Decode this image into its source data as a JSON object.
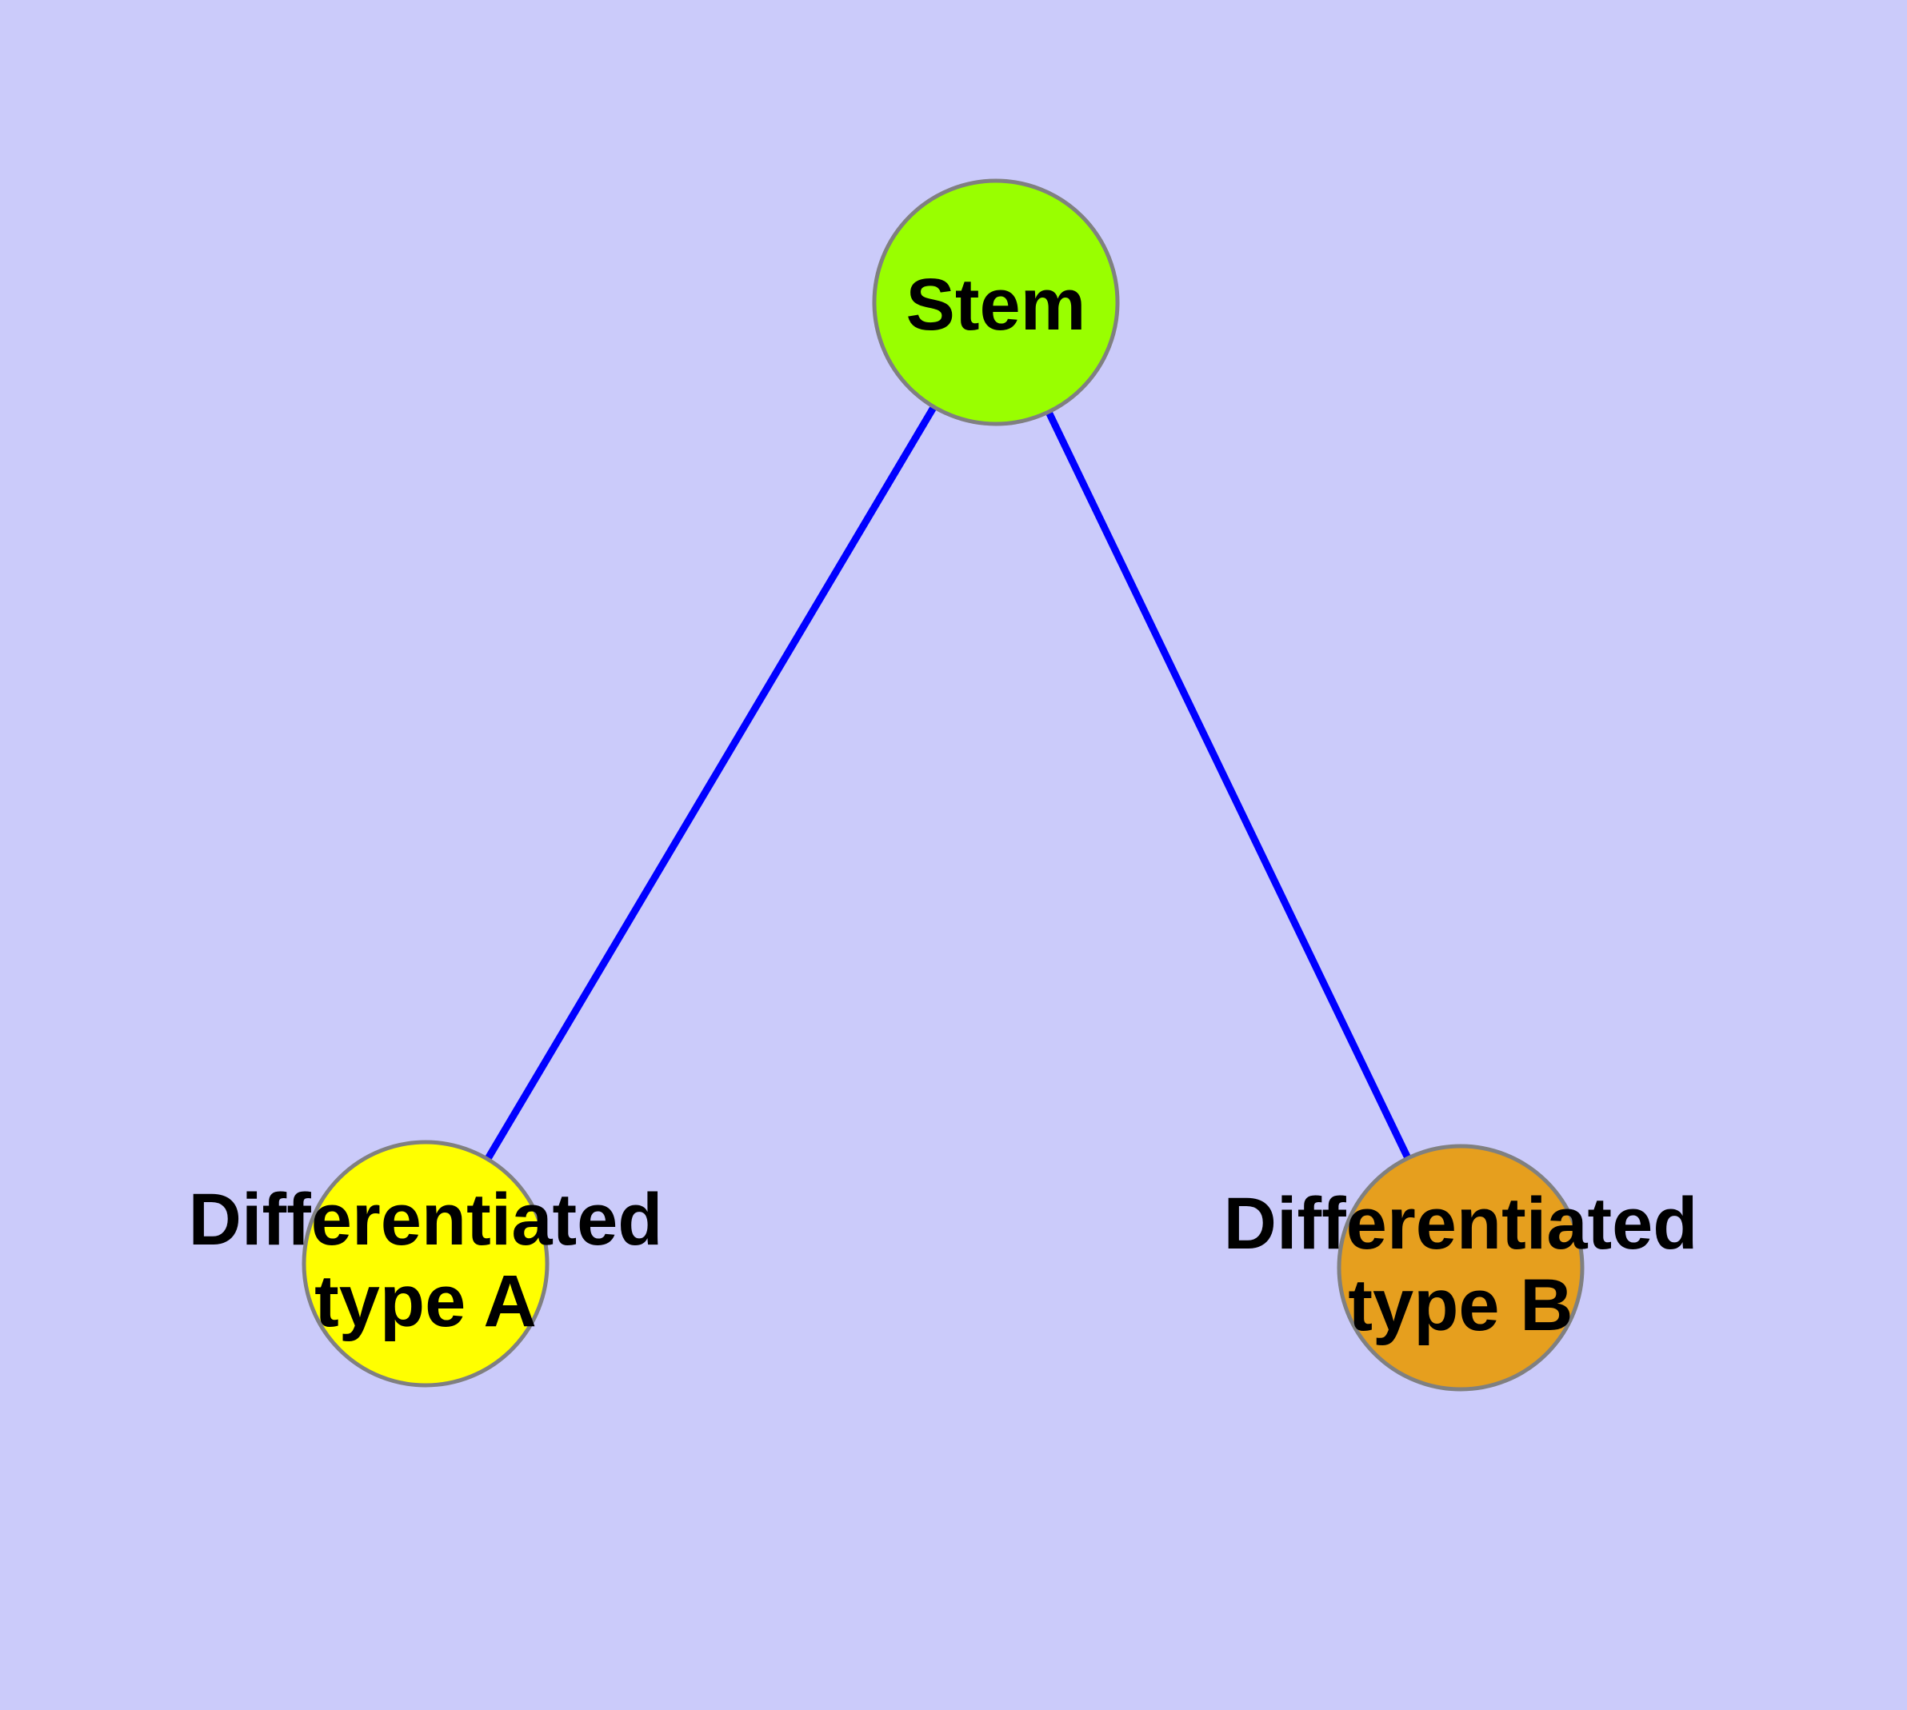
{
  "diagram": {
    "background": "#CBCBFA",
    "edge_color": "#0000FF",
    "node_border_color": "#808080",
    "label_color": "#000000",
    "nodes": [
      {
        "id": "stem",
        "label": "Stem",
        "fill": "#99FF00"
      },
      {
        "id": "differentiated-type-a",
        "label": "Differentiated type A",
        "label_line1": "Differentiated",
        "label_line2": "type A",
        "fill": "#FFFF00"
      },
      {
        "id": "differentiated-type-b",
        "label": "Differentiated type B",
        "label_line1": "Differentiated",
        "label_line2": "type B",
        "fill": "#E69F1E"
      }
    ],
    "edges": [
      {
        "from": "stem",
        "to": "differentiated-type-a"
      },
      {
        "from": "stem",
        "to": "differentiated-type-b"
      }
    ]
  }
}
